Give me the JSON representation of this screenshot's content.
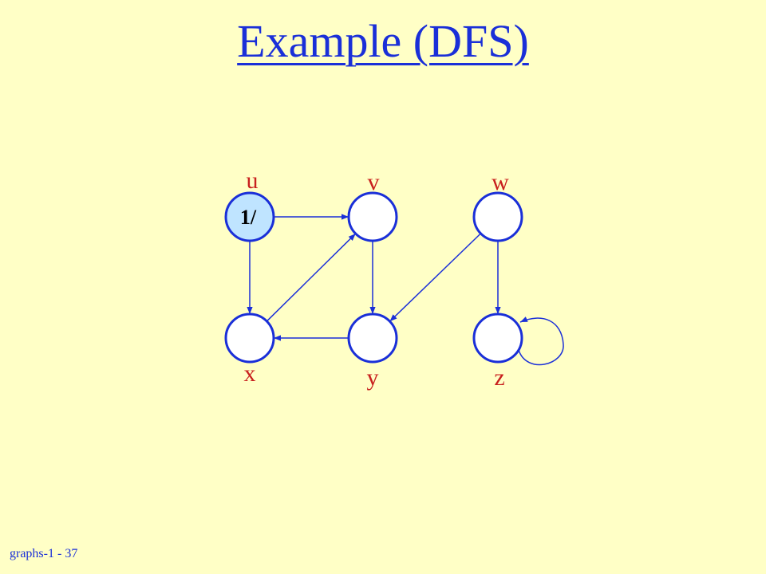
{
  "slide": {
    "title": "Example (DFS)",
    "footer": "graphs-1 - 37"
  },
  "colors": {
    "background": "#FFFFC6",
    "title": "#1A2FD8",
    "edge": "#1A2FD8",
    "node_stroke": "#1A2FD8",
    "node_fill": "#FFFFFF",
    "discovered_fill": "#BFE4FF",
    "label": "#C8201E"
  },
  "graph": {
    "nodes": [
      {
        "id": "u",
        "label": "u",
        "annotation": "1/",
        "state": "discovered"
      },
      {
        "id": "v",
        "label": "v",
        "annotation": "",
        "state": "undiscovered"
      },
      {
        "id": "w",
        "label": "w",
        "annotation": "",
        "state": "undiscovered"
      },
      {
        "id": "x",
        "label": "x",
        "annotation": "",
        "state": "undiscovered"
      },
      {
        "id": "y",
        "label": "y",
        "annotation": "",
        "state": "undiscovered"
      },
      {
        "id": "z",
        "label": "z",
        "annotation": "",
        "state": "undiscovered"
      }
    ],
    "edges": [
      {
        "from": "u",
        "to": "v"
      },
      {
        "from": "u",
        "to": "x"
      },
      {
        "from": "x",
        "to": "v"
      },
      {
        "from": "v",
        "to": "y"
      },
      {
        "from": "y",
        "to": "x"
      },
      {
        "from": "w",
        "to": "y"
      },
      {
        "from": "w",
        "to": "z"
      },
      {
        "from": "z",
        "to": "z"
      }
    ]
  }
}
